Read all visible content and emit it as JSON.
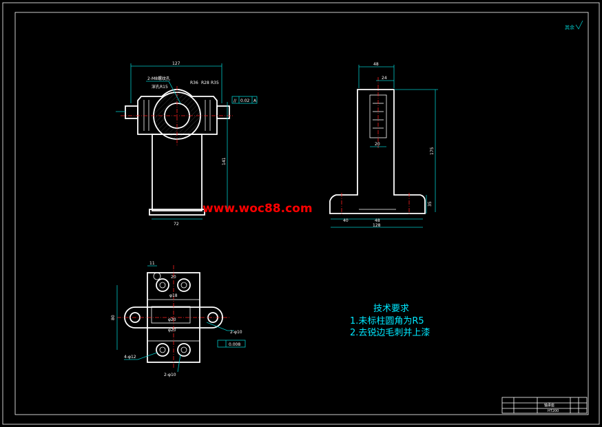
{
  "watermark": "www.woc88.com",
  "corner_mark": "其余",
  "tech_requirements": {
    "title": "技术要求",
    "items": [
      "1.未标柱圆角为R5",
      "2.去锐边毛刺并上漆"
    ]
  },
  "front_view": {
    "dims": [
      "127",
      "2-M8螺纹孔",
      "深孔R15",
      "R36",
      "R28",
      "R35",
      "141",
      "72"
    ],
    "tolerance_box": [
      "//",
      "0.02",
      "A"
    ]
  },
  "side_view": {
    "dims": [
      "48",
      "24",
      "20",
      "175",
      "40",
      "48",
      "128",
      "35"
    ]
  },
  "top_view": {
    "dims": [
      "11",
      "20",
      "80",
      "φ18",
      "φ20",
      "φ20",
      "2-φ10",
      "4-φ12",
      "2-φ10",
      "0.008"
    ]
  },
  "title_block": {
    "name": "轴承座",
    "material": "HT200"
  },
  "colors": {
    "background": "#000000",
    "outline": "#ffffff",
    "dimension": "#00c8c8",
    "centerline": "#ff2020",
    "watermark": "#ff0000",
    "tech_text": "#00e8ff"
  }
}
